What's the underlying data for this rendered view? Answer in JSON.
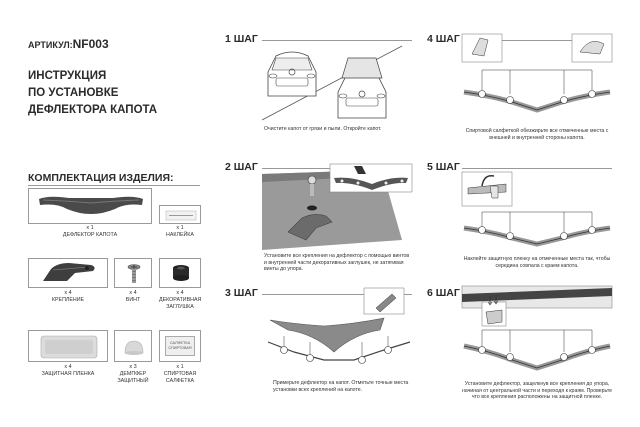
{
  "article": {
    "label": "АРТИКУЛ:",
    "code": "NF003"
  },
  "title_lines": [
    "ИНСТРУКЦИЯ",
    "ПО УСТАНОВКЕ",
    "ДЕФЛЕКТОРА КАПОТА"
  ],
  "kit": {
    "title": "КОМПЛЕКТАЦИЯ ИЗДЕЛИЯ:",
    "items": [
      {
        "qty": "х 1",
        "label": "ДЕФЛЕКТОР КАПОТА"
      },
      {
        "qty": "х 1",
        "label": "НАКЛЕЙКА"
      },
      {
        "qty": "х 4",
        "label": "КРЕПЛЕНИЕ"
      },
      {
        "qty": "х 4",
        "label": "ВИНТ"
      },
      {
        "qty": "х 4",
        "label": "ДЕКОРАТИВНАЯ ЗАГЛУШКА"
      },
      {
        "qty": "х 4",
        "label": "ЗАЩИТНАЯ ПЛЕНКА"
      },
      {
        "qty": "х 3",
        "label": "ДЕМПФЕР ЗАЩИТНЫЙ"
      },
      {
        "qty": "х 1",
        "label": "СПИРТОВАЯ САЛФЕТКА"
      }
    ],
    "napkin_text": "САЛФЕТКА СПИРТОВАЯ"
  },
  "steps": [
    {
      "label": "1 ШАГ",
      "caption": "Очистите капот от грязи и пыли. Откройте капот."
    },
    {
      "label": "2 ШАГ",
      "caption": "Установите все крепления на дефлектор с помощью винтов и внутренней части декоративных заглушек, не затягивая винты до упора."
    },
    {
      "label": "3 ШАГ",
      "caption": "Примерьте дефлектор на капот. Отметьте точные места установки всех креплений на капоте."
    },
    {
      "label": "4 ШАГ",
      "caption": "Спиртовой салфеткой обезжирьте все отмеченные места с внешней и внутренней стороны капота."
    },
    {
      "label": "5 ШАГ",
      "caption": "Наклейте защитную пленку на отмеченные места так, чтобы середина совпала с краем капота."
    },
    {
      "label": "6 ШАГ",
      "caption": "Установите дефлектор, защелкнув все крепления до упора, начиная от центральной части и переходя к краям. Проверьте что все крепления расположены на защитной пленке."
    }
  ]
}
